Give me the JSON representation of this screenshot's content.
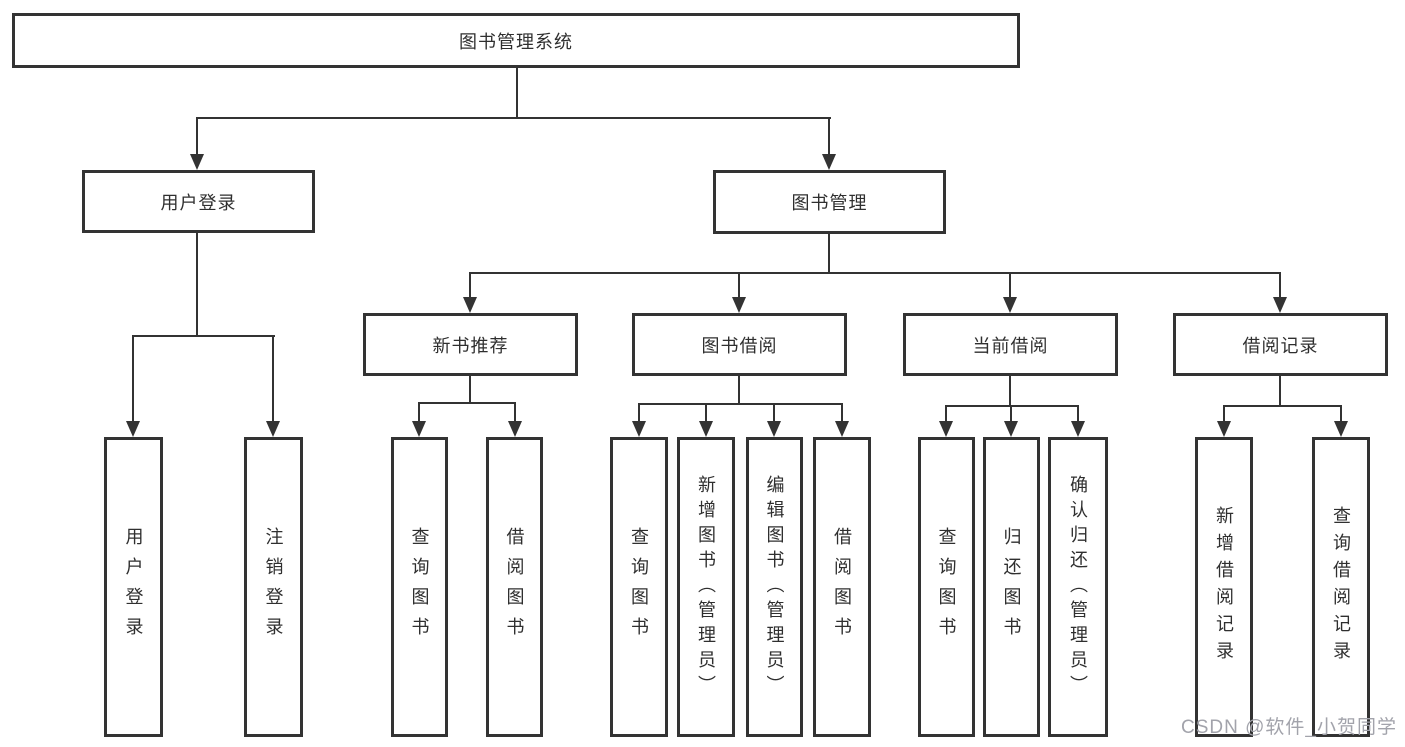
{
  "colors": {
    "line": "#333333",
    "text": "#2f2f2f",
    "background": "#ffffff",
    "watermark": "#a2a3ab"
  },
  "root": {
    "label": "图书管理系统"
  },
  "branches": {
    "user_login": {
      "label": "用户登录"
    },
    "book_management": {
      "label": "图书管理"
    }
  },
  "modules": [
    {
      "label": "新书推荐"
    },
    {
      "label": "图书借阅"
    },
    {
      "label": "当前借阅"
    },
    {
      "label": "借阅记录"
    }
  ],
  "leaves": {
    "user_login": [
      "用户登录",
      "注销登录"
    ],
    "new_book": [
      "查询图书",
      "借阅图书"
    ],
    "book_borrow": [
      "查询图书",
      "新增图书（管理员）",
      "编辑图书（管理员）",
      "借阅图书"
    ],
    "current_borrow": [
      "查询图书",
      "归还图书",
      "确认归还（管理员）"
    ],
    "borrow_records": [
      "新增借阅记录",
      "查询借阅记录"
    ]
  },
  "watermark": {
    "text": "CSDN @软件_小贺同学"
  }
}
